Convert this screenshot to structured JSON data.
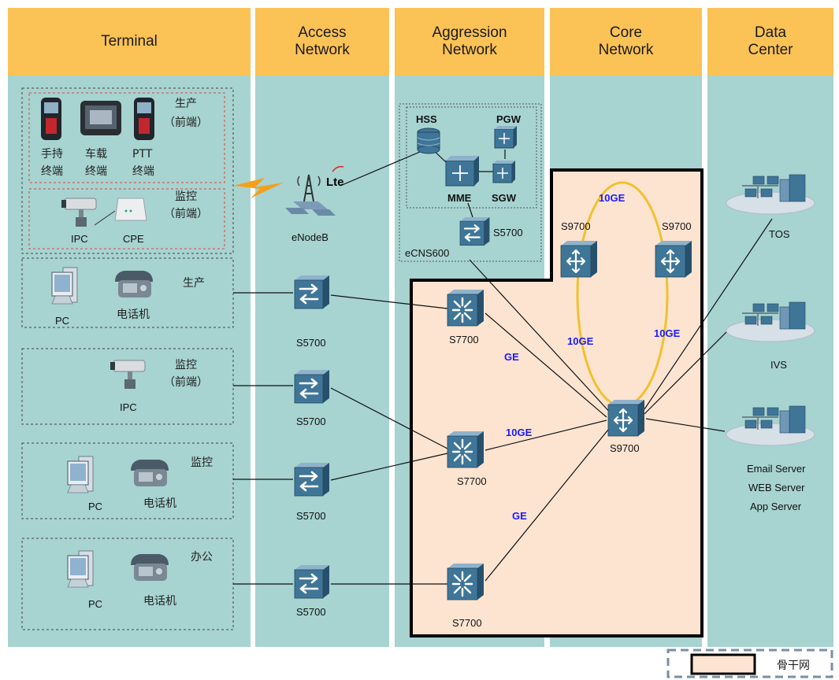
{
  "columns": [
    {
      "title": "Terminal"
    },
    {
      "title": "Access\nNetwork"
    },
    {
      "title": "Aggression\nNetwork"
    },
    {
      "title": "Core\nNetwork"
    },
    {
      "title": "Data\nCenter"
    }
  ],
  "terminal": {
    "handheld": "手持\n终端",
    "vehicle": "车载\n终端",
    "ptt": "PTT\n终端",
    "group1_label": "生产\n（前端）",
    "group2_label": "监控\n（前端）",
    "ipc": "IPC",
    "cpe": "CPE",
    "row1_pc": "PC",
    "row1_phone": "电话机",
    "row1_label": "生产",
    "row2_label": "监控\n（前端）",
    "row2_ipc": "IPC",
    "row3_pc": "PC",
    "row3_phone": "电话机",
    "row3_label": "监控",
    "row4_pc": "PC",
    "row4_phone": "电话机",
    "row4_label": "办公"
  },
  "access": {
    "enodeb": "eNodeB",
    "lte": "Lte",
    "s5700": [
      "S5700",
      "S5700",
      "S5700",
      "S5700"
    ]
  },
  "aggregation": {
    "hss": "HSS",
    "pgw": "PGW",
    "mme": "MME",
    "sgw": "SGW",
    "s5700": "S5700",
    "ecns": "eCNS600",
    "s7700": [
      "S7700",
      "S7700",
      "S7700"
    ]
  },
  "core": {
    "s9700_left": "S9700",
    "s9700_right": "S9700",
    "s9700_center": "S9700"
  },
  "links": {
    "ring_top": "10GE",
    "ring_left": "10GE",
    "ring_right": "10GE",
    "agg1": "GE",
    "agg2": "10GE",
    "agg3": "GE"
  },
  "datacenter": {
    "tos": "TOS",
    "ivs": "IVS",
    "servers": [
      "Email Server",
      "WEB Server",
      "App Server"
    ]
  },
  "legend": {
    "label": "骨干网",
    "fill": "#fde4d1"
  },
  "colors": {
    "column": "#a7d3d1",
    "header": "#fbc255",
    "backbone": "#fde4d1",
    "ring": "#f1c12d",
    "device": "#3a6d8e"
  }
}
